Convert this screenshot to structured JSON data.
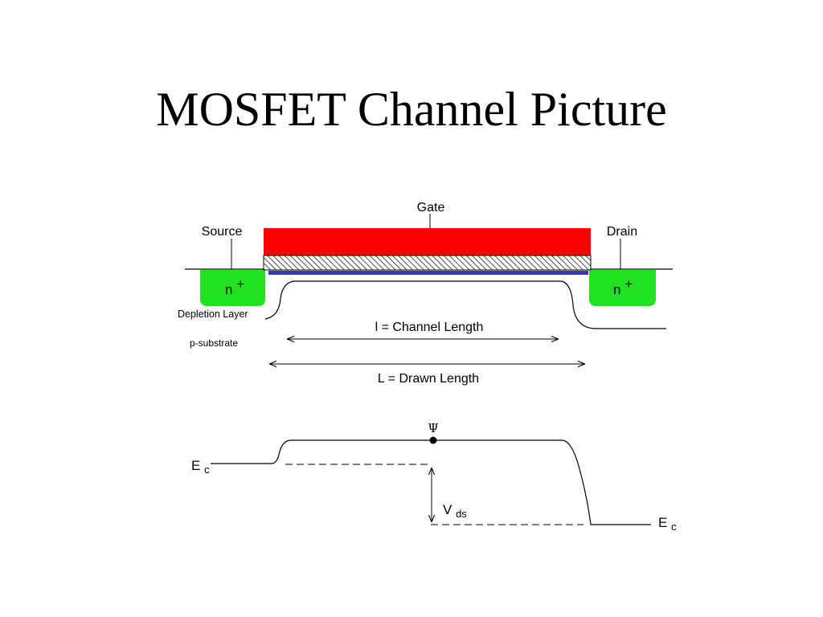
{
  "slide": {
    "title": "MOSFET Channel Picture"
  },
  "device": {
    "gate_label": "Gate",
    "source_label": "Source",
    "drain_label": "Drain",
    "source_region_label": "n",
    "drain_region_label": "n",
    "doping_superscript": "+",
    "depletion_label": "Depletion Layer",
    "substrate_label": "p-substrate",
    "channel_length_label": "l = Channel Length",
    "drawn_length_label": "L = Drawn Length",
    "colors": {
      "gate": "#ff0000",
      "n_plus": "#22e022",
      "channel": "#3333cc",
      "oxide_hatch": "#000000"
    }
  },
  "band_diagram": {
    "psi_label": "Ψ",
    "ec_left_main": "E",
    "ec_left_sub": "c",
    "ec_right_main": "E",
    "ec_right_sub": "c",
    "vds_main": "V",
    "vds_sub": "ds"
  }
}
